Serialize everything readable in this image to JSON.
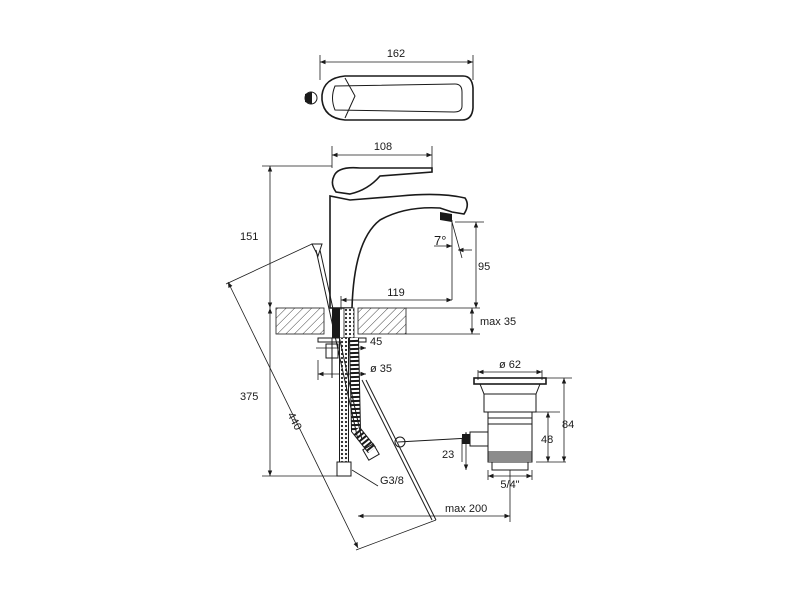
{
  "dimensions": {
    "top_width": "162",
    "lever_length": "108",
    "height_upper": "151",
    "angle": "7°",
    "spout_height": "95",
    "reach": "119",
    "max_thickness": "max 35",
    "hole_offset": "45",
    "hole_diameter": "ø 35",
    "height_lower": "375",
    "rod_length": "440",
    "waste_diameter": "ø 62",
    "waste_height_inner": "48",
    "waste_height_outer": "84",
    "offset_23": "23",
    "thread_waste": "5/4\"",
    "thread_hose": "G3/8",
    "max_distance": "max 200"
  }
}
